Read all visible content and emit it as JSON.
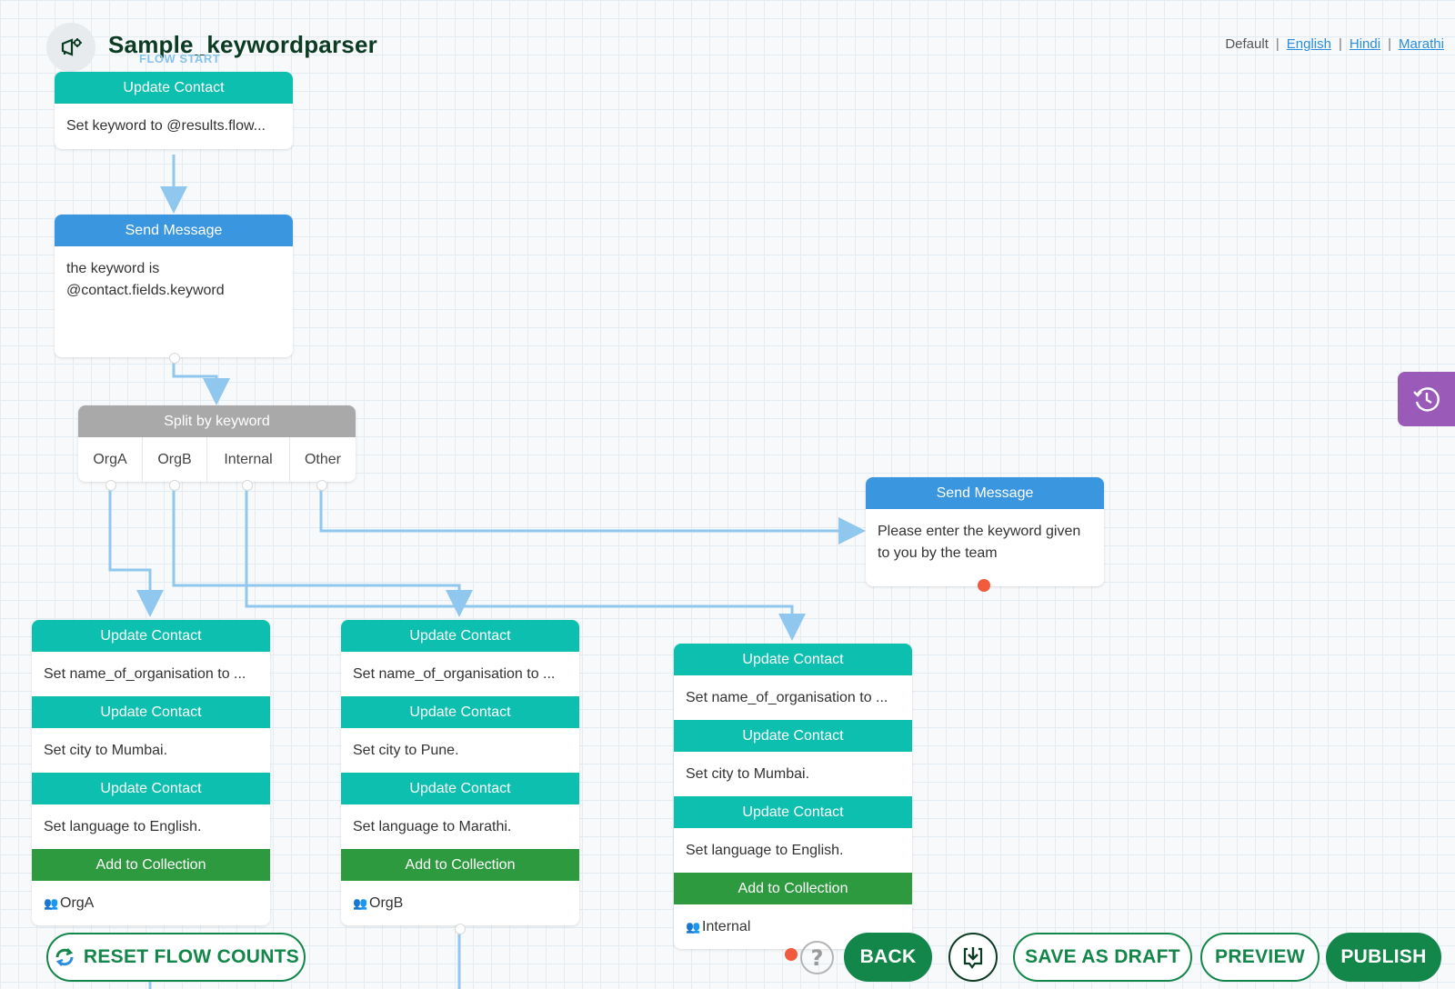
{
  "header": {
    "title": "Sample_keywordparser",
    "flow_start": "FLOW START"
  },
  "languages": {
    "default": "Default",
    "separator": "|",
    "items": [
      "English",
      "Hindi",
      "Marathi"
    ]
  },
  "nodes": {
    "start": {
      "header": "Update Contact",
      "body": "Set keyword to @results.flow..."
    },
    "send1": {
      "header": "Send Message",
      "body": "the keyword is @contact.fields.keyword"
    },
    "split": {
      "header": "Split by keyword",
      "cases": [
        "OrgA",
        "OrgB",
        "Internal",
        "Other"
      ]
    },
    "send2": {
      "header": "Send Message",
      "body": "Please enter the keyword given to you by the team"
    },
    "orgA": {
      "actions": [
        {
          "header": "Update Contact",
          "body": "Set name_of_organisation to ..."
        },
        {
          "header": "Update Contact",
          "body": "Set city to Mumbai."
        },
        {
          "header": "Update Contact",
          "body": "Set language to English."
        },
        {
          "header": "Add to Collection",
          "body": "OrgA"
        }
      ]
    },
    "orgB": {
      "actions": [
        {
          "header": "Update Contact",
          "body": "Set name_of_organisation to ..."
        },
        {
          "header": "Update Contact",
          "body": "Set city to Pune."
        },
        {
          "header": "Update Contact",
          "body": "Set language to Marathi."
        },
        {
          "header": "Add to Collection",
          "body": "OrgB"
        }
      ]
    },
    "internal": {
      "actions": [
        {
          "header": "Update Contact",
          "body": "Set name_of_organisation to ..."
        },
        {
          "header": "Update Contact",
          "body": "Set city to Mumbai."
        },
        {
          "header": "Update Contact",
          "body": "Set language to English."
        },
        {
          "header": "Add to Collection",
          "body": "Internal"
        }
      ]
    }
  },
  "toolbar": {
    "reset": "RESET FLOW COUNTS",
    "back": "BACK",
    "save_draft": "SAVE AS DRAFT",
    "preview": "PREVIEW",
    "publish": "PUBLISH"
  },
  "icons": {
    "flow": "flow-icon",
    "revisions": "history-icon",
    "help": "help-icon",
    "export": "download-icon",
    "reset": "refresh-icon",
    "group": "group-icon"
  },
  "colors": {
    "action_header": "#0cbfae",
    "message_header": "#3a96df",
    "split_header": "#a9a9a9",
    "collection_header": "#2e9a3f",
    "wire": "#8fc7ee",
    "primary_button": "#13864a",
    "revision_tab": "#9a5bb8"
  }
}
